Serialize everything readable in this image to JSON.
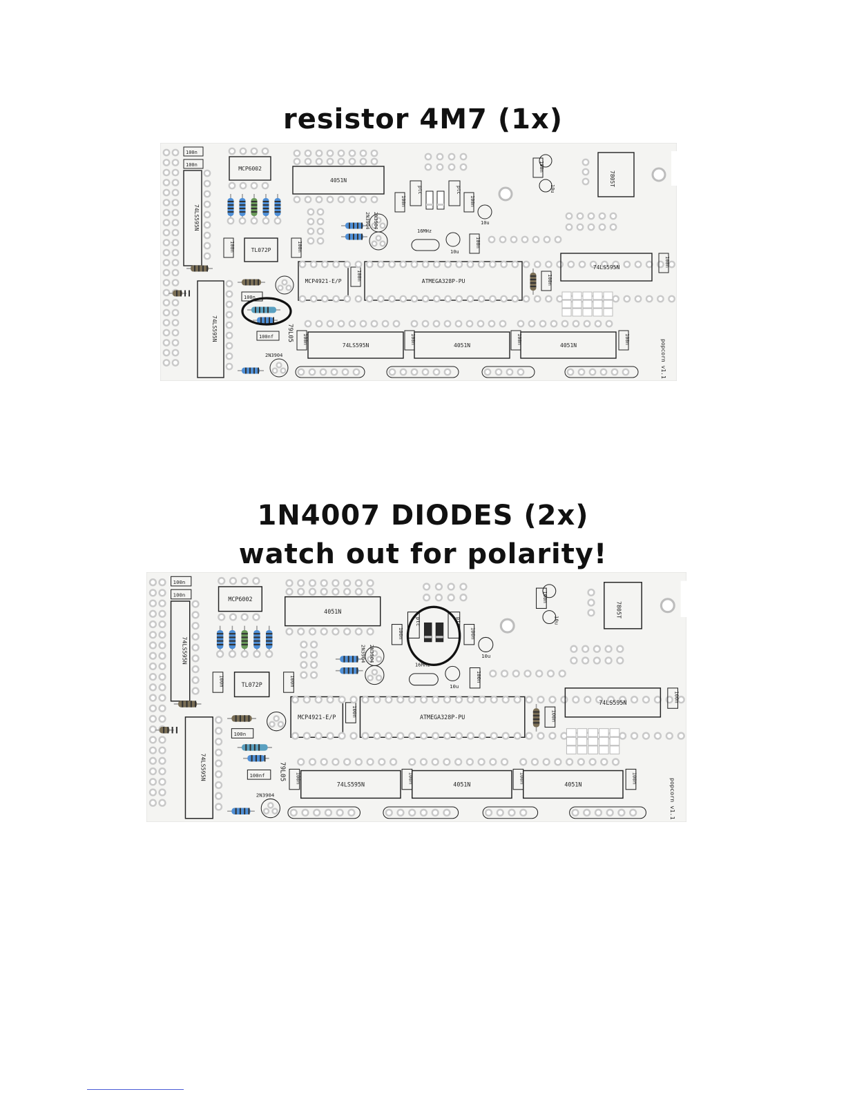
{
  "sections": [
    {
      "title_lines": [
        "resistor 4M7 (1x)"
      ],
      "highlight": "resistor"
    },
    {
      "title_lines": [
        "1N4007 DIODES (2x)",
        "watch out for polarity!"
      ],
      "highlight": "diodes"
    }
  ],
  "board": {
    "ic_labels": {
      "mcp6002": "MCP6002",
      "ic4051_top": "4051N",
      "ls595_left": "74LS595N",
      "tl072": "TL072P",
      "ls595_left2": "74LS595N",
      "mcp4921": "MCP4921-E/P",
      "atmega": "ATMEGA328P-PU",
      "ls595_right": "74LS595N",
      "ls595_bottom": "74LS595N",
      "ic4051_b1": "4051N",
      "ic4051_b2": "4051N",
      "reg7805": "7805T",
      "reg79l05": "79L05"
    },
    "cap_labels": {
      "c100n": "100n",
      "c100nf": "100nf",
      "c10u": "10u",
      "xtal": "16MHz",
      "ptc": "ptc"
    },
    "transistor_labels": {
      "q1": "2N3904",
      "q2": "2N3904",
      "q3": "2N3904"
    },
    "brand": "popcorn v1.1"
  },
  "colors": {
    "board": "#f4f4f2",
    "silk": "#222222",
    "pad": "#c9c9c9",
    "resistor_body": "#4f8fd6",
    "resistor_alt": "#7a6e55",
    "diode": "#2a2a2a",
    "highlight": "#111111"
  }
}
